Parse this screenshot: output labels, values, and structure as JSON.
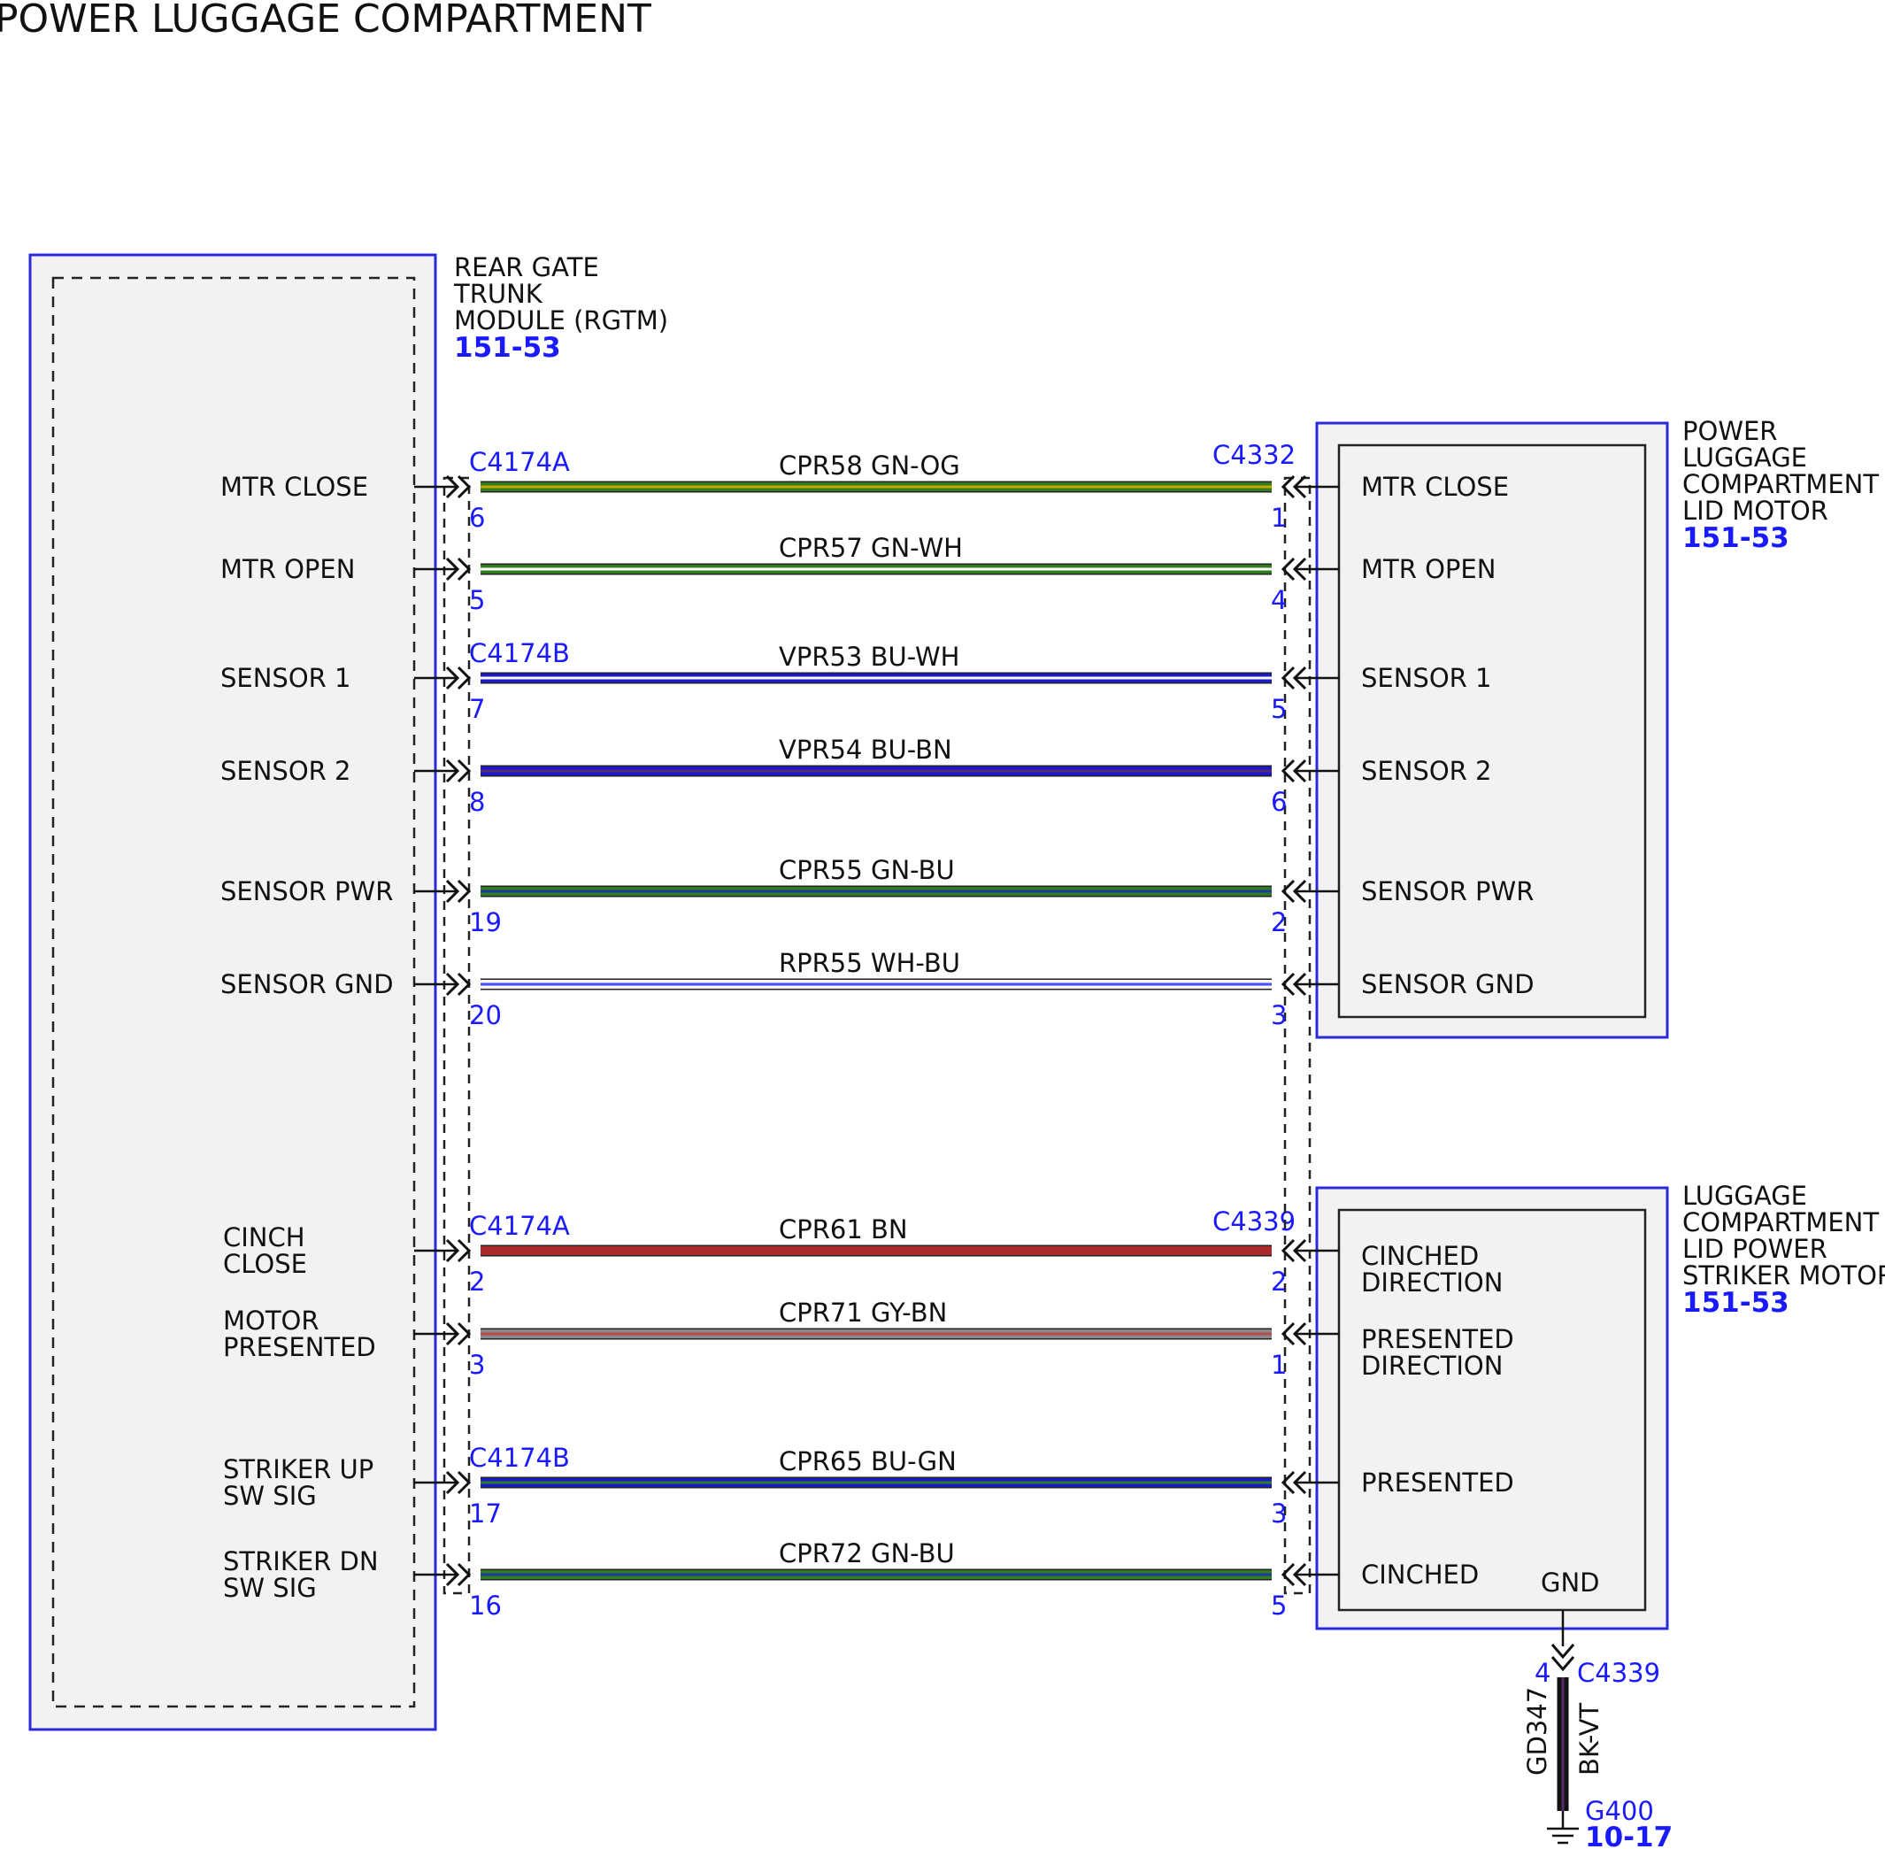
{
  "title": "POWER LUGGAGE COMPARTMENT",
  "rgtm": {
    "name": [
      "REAR GATE",
      "TRUNK",
      "MODULE (RGTM)"
    ],
    "ref": "151-53"
  },
  "lid_motor": {
    "name": [
      "POWER",
      "LUGGAGE",
      "COMPARTMENT",
      "LID MOTOR"
    ],
    "ref": "151-53",
    "connector": "C4332"
  },
  "striker_motor": {
    "name": [
      "LUGGAGE",
      "COMPARTMENT",
      "LID POWER",
      "STRIKER MOTOR"
    ],
    "ref": "151-53",
    "connector": "C4339",
    "gnd_label": "GND"
  },
  "wires": [
    {
      "left": [
        "MTR CLOSE"
      ],
      "lconn": "C4174A",
      "lpin": "6",
      "circuit": "CPR58  GN-OG",
      "rpin": "1",
      "right": [
        "MTR CLOSE"
      ],
      "colors": [
        "#2f7d1e",
        "#c8a800"
      ]
    },
    {
      "left": [
        "MTR OPEN"
      ],
      "lconn": "",
      "lpin": "5",
      "circuit": "CPR57   GN-WH",
      "rpin": "4",
      "right": [
        "MTR OPEN"
      ],
      "colors": [
        "#2f7d1e",
        "#ffffff"
      ]
    },
    {
      "left": [
        "SENSOR 1"
      ],
      "lconn": "C4174B",
      "lpin": "7",
      "circuit": "VPR53  BU-WH",
      "rpin": "5",
      "right": [
        "SENSOR 1"
      ],
      "colors": [
        "#1a1acc",
        "#ffffff"
      ]
    },
    {
      "left": [
        "SENSOR 2"
      ],
      "lconn": "",
      "lpin": "8",
      "circuit": "VPR54   BU-BN",
      "rpin": "6",
      "right": [
        "SENSOR 2"
      ],
      "colors": [
        "#1a1acc",
        "#5a2a6a"
      ]
    },
    {
      "left": [
        "SENSOR PWR"
      ],
      "lconn": "",
      "lpin": "19",
      "circuit": "CPR55  GN-BU",
      "rpin": "2",
      "right": [
        "SENSOR PWR"
      ],
      "colors": [
        "#2f7d1e",
        "#1a3aa0"
      ]
    },
    {
      "left": [
        "SENSOR GND"
      ],
      "lconn": "",
      "lpin": "20",
      "circuit": "RPR55   WH-BU",
      "rpin": "3",
      "right": [
        "SENSOR GND"
      ],
      "colors": [
        "#f4f4f4",
        "#4a4aff"
      ]
    },
    {
      "left": [
        "CINCH",
        "CLOSE"
      ],
      "lconn": "C4174A",
      "lpin": "2",
      "circuit": "CPR61  BN",
      "rpin": "2",
      "right": [
        "CINCHED",
        "DIRECTION"
      ],
      "colors": [
        "#a82a2a",
        "#a82a2a"
      ]
    },
    {
      "left": [
        "MOTOR",
        "PRESENTED"
      ],
      "lconn": "",
      "lpin": "3",
      "circuit": "CPR71   GY-BN",
      "rpin": "1",
      "right": [
        "PRESENTED",
        "DIRECTION"
      ],
      "colors": [
        "#8a8a8a",
        "#b84a4a"
      ]
    },
    {
      "left": [
        "STRIKER UP",
        "SW SIG"
      ],
      "lconn": "C4174B",
      "lpin": "17",
      "circuit": "CPR65  BU-GN",
      "rpin": "3",
      "right": [
        "PRESENTED"
      ],
      "colors": [
        "#1a1acc",
        "#2f7d1e"
      ]
    },
    {
      "left": [
        "STRIKER DN",
        "SW SIG"
      ],
      "lconn": "",
      "lpin": "16",
      "circuit": "CPR72   GN-BU",
      "rpin": "5",
      "right": [
        "CINCHED"
      ],
      "colors": [
        "#2f7d1e",
        "#1a3aa0"
      ]
    }
  ],
  "ground": {
    "pin": "4",
    "connector": "C4339",
    "circuit": "GD347",
    "color_code": "BK-VT",
    "ground_point": "G400",
    "ground_ref": "10-17"
  }
}
